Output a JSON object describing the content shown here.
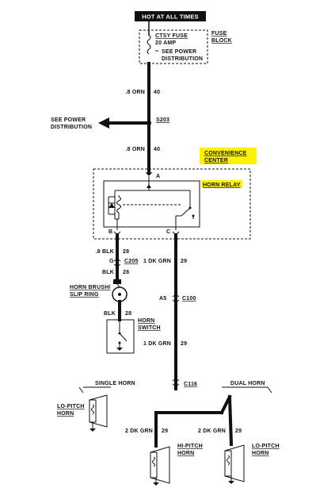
{
  "header": {
    "label": "HOT AT ALL TIMES"
  },
  "fuse": {
    "name": "CTSY FUSE",
    "rating": "20 AMP",
    "note_line1": "SEE POWER",
    "note_line2": "DISTRIBUTION",
    "block_line1": "FUSE",
    "block_line2": "BLOCK"
  },
  "wire_top": {
    "gauge_color": ".8 ORN",
    "circuit": "40"
  },
  "splice": {
    "id": "S203"
  },
  "power_dist": {
    "line1": "SEE POWER",
    "line2": "DISTRIBUTION"
  },
  "wire_mid": {
    "gauge_color": ".8 ORN",
    "circuit": "40"
  },
  "convenience_center": {
    "line1": "CONVENIENCE",
    "line2": "CENTER",
    "highlight_color": "#fff200"
  },
  "relay": {
    "label": "HORN RELAY",
    "terminal_a": "A",
    "terminal_b": "B",
    "terminal_c": "C",
    "highlight_color": "#fff200"
  },
  "wire_blk": {
    "gauge_color": ".8 BLK",
    "circuit": "28"
  },
  "connector_c205": {
    "pin": "G",
    "id": "C205"
  },
  "wire_dkgrn_1": {
    "gauge_color": "1 DK GRN",
    "circuit": "29"
  },
  "wire_blk_2": {
    "gauge_color": "BLK",
    "circuit": "28"
  },
  "horn_brush": {
    "line1": "HORN BRUSH/",
    "line2": "SLIP RING"
  },
  "connector_c100": {
    "pin": "A5",
    "id": "C100"
  },
  "wire_blk_3": {
    "gauge_color": "BLK",
    "circuit": "28"
  },
  "horn_switch": {
    "line1": "HORN",
    "line2": "SWITCH"
  },
  "wire_dkgrn_2": {
    "gauge_color": "1 DK GRN",
    "circuit": "29"
  },
  "connector_c116": {
    "id": "C116"
  },
  "single_horn": {
    "label": "SINGLE HORN"
  },
  "dual_horn": {
    "label": "DUAL HORN"
  },
  "lo_pitch_left": {
    "line1": "LO-PITCH",
    "line2": "HORN"
  },
  "hi_pitch": {
    "line1": "HI-PITCH",
    "line2": "HORN"
  },
  "lo_pitch_right": {
    "line1": "LO-PITCH",
    "line2": "HORN"
  },
  "wire_hi": {
    "gauge_color": "2 DK GRN",
    "circuit": "29"
  },
  "wire_lo": {
    "gauge_color": "2 DK GRN",
    "circuit": "29"
  }
}
